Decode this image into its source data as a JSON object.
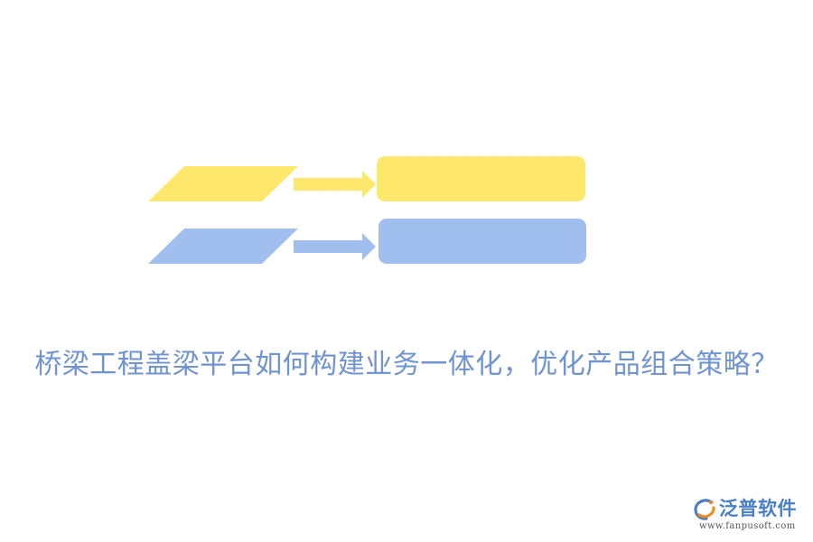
{
  "colors": {
    "yellow": "#fde86b",
    "blue": "#a0bfee",
    "title": "#6f93d3",
    "logo_blue": "#4a7fc8",
    "logo_orange": "#f08a24"
  },
  "diagram": {
    "rows": [
      {
        "color": "yellow",
        "input_shape": "parallelogram",
        "connector": "arrow-right",
        "output_shape": "rounded-rectangle",
        "label": ""
      },
      {
        "color": "blue",
        "input_shape": "parallelogram",
        "connector": "arrow-right",
        "output_shape": "rounded-rectangle",
        "label": ""
      }
    ]
  },
  "headline": {
    "text": "桥梁工程盖梁平台如何构建业务一体化，优化产品组合策略？"
  },
  "logo": {
    "name": "泛普软件",
    "url": "www.fanpusoft.com",
    "icon": "fanpu-logo-icon"
  }
}
